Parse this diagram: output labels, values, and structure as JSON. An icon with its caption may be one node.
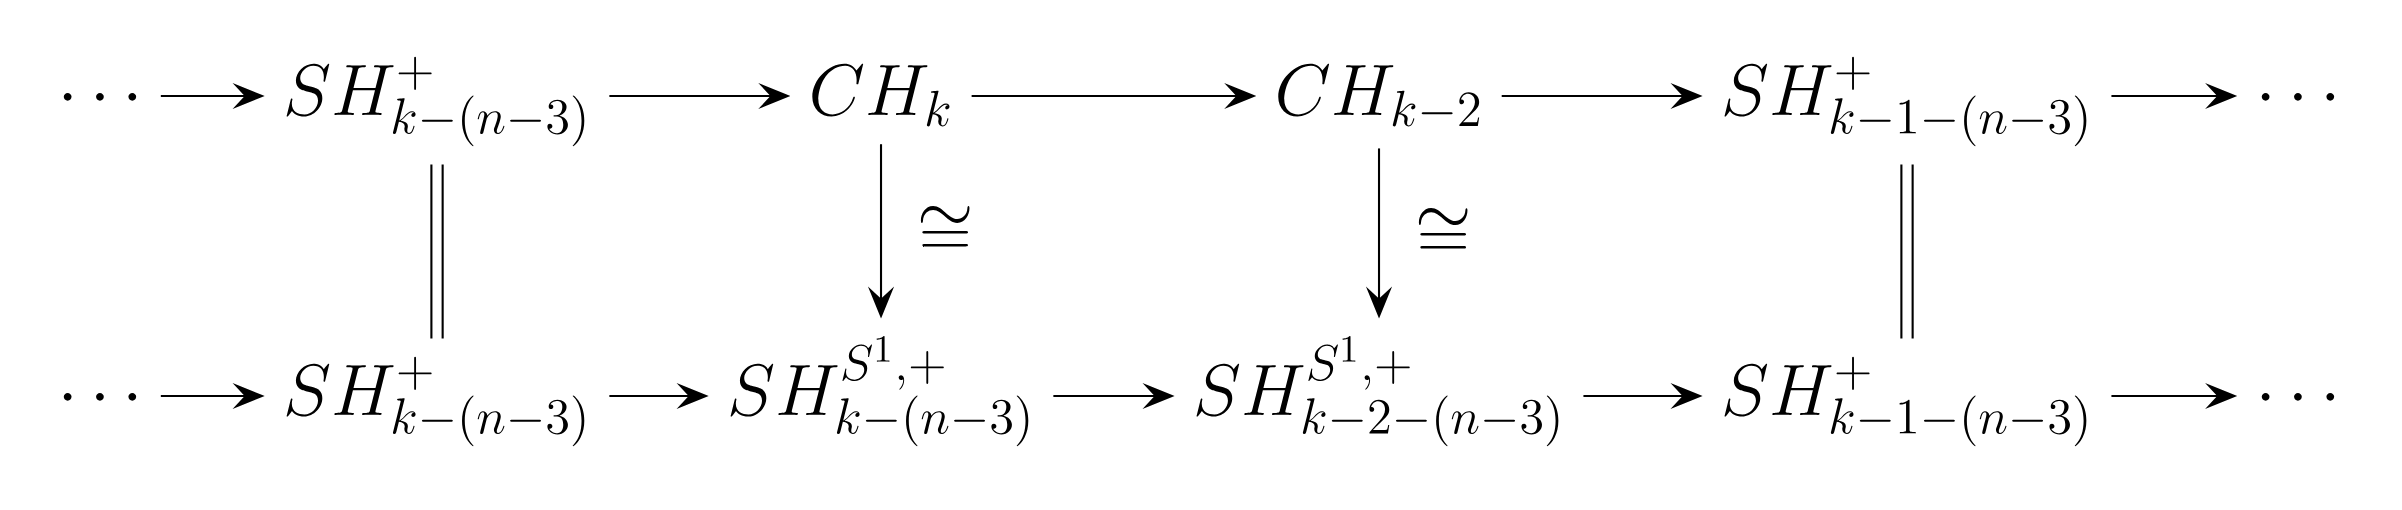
{
  "diagram": {
    "nodes": [
      {
        "text": [
          "\\cdots"
        ]
      },
      {
        "text": [
          "SH^{+}_{k-(n-3)}"
        ]
      },
      {
        "text": [
          "CH_{k}"
        ]
      },
      {
        "text": [
          "CH_{k-2}"
        ]
      },
      {
        "text": [
          "SH^{+}_{k-1-(n-3)}"
        ]
      },
      {
        "text": [
          "\\cdots"
        ]
      },
      {
        "text": [
          "\\cdots"
        ]
      },
      {
        "text": [
          "SH^{+}_{k-(n-3)}"
        ]
      },
      {
        "text": [
          "SH^{S^{1},+}_{k-(n-3)}"
        ]
      },
      {
        "text": [
          "SH^{S^{1},+}_{k-2-(n-3)}"
        ]
      },
      {
        "text": [
          "SH^{+}_{k-1-(n-3)}"
        ]
      },
      {
        "text": [
          "\\cdots"
        ]
      }
    ],
    "edges": [
      {
        "from": 0,
        "to": 1,
        "arrow": "to"
      },
      {
        "from": 1,
        "to": 2,
        "arrow": "to"
      },
      {
        "from": 2,
        "to": 3,
        "arrow": "to"
      },
      {
        "from": 3,
        "to": 4,
        "arrow": "to"
      },
      {
        "from": 4,
        "to": 5,
        "arrow": "to"
      },
      {
        "from": 6,
        "to": 7,
        "arrow": "to"
      },
      {
        "from": 7,
        "to": 8,
        "arrow": "to"
      },
      {
        "from": 8,
        "to": 9,
        "arrow": "to"
      },
      {
        "from": 9,
        "to": 10,
        "arrow": "to"
      },
      {
        "from": 10,
        "to": 11,
        "arrow": "to"
      },
      {
        "from": 1,
        "to": 7,
        "arrow": "none"
      },
      {
        "from": 2,
        "to": 8,
        "arrow": "to",
        "label": "\\cong"
      },
      {
        "from": 3,
        "to": 9,
        "arrow": "to",
        "label": "\\cong"
      },
      {
        "from": 4,
        "to": 10,
        "arrow": "none"
      }
    ]
  }
}
